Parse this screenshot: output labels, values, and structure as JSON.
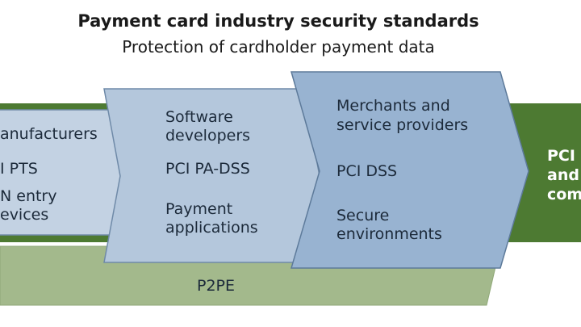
{
  "header": {
    "title": "Payment card industry security standards",
    "subtitle": "Protection of cardholder payment data"
  },
  "colors": {
    "green_band": "#4d7a32",
    "light_green": "#a3b98c",
    "chevron_1": "#c3d2e3",
    "chevron_2": "#b4c7dc",
    "chevron_3": "#98b3d1",
    "border": "#5d7a9a"
  },
  "chevron_manufacturers": {
    "heading": "anufacturers",
    "standard": "I PTS",
    "product_line1": "N entry",
    "product_line2": "evices"
  },
  "chevron_software": {
    "heading_line1": "Software",
    "heading_line2": "developers",
    "standard": "PCI PA-DSS",
    "product_line1": "Payment",
    "product_line2": "applications"
  },
  "chevron_merchants": {
    "heading_line1": "Merchants and",
    "heading_line2": "service providers",
    "standard": "PCI DSS",
    "product_line1": "Secure",
    "product_line2": "environments"
  },
  "green_panel": {
    "line1": "PCI s",
    "line2": "and",
    "line3": "com"
  },
  "p2pe_band": {
    "label": "P2PE"
  }
}
